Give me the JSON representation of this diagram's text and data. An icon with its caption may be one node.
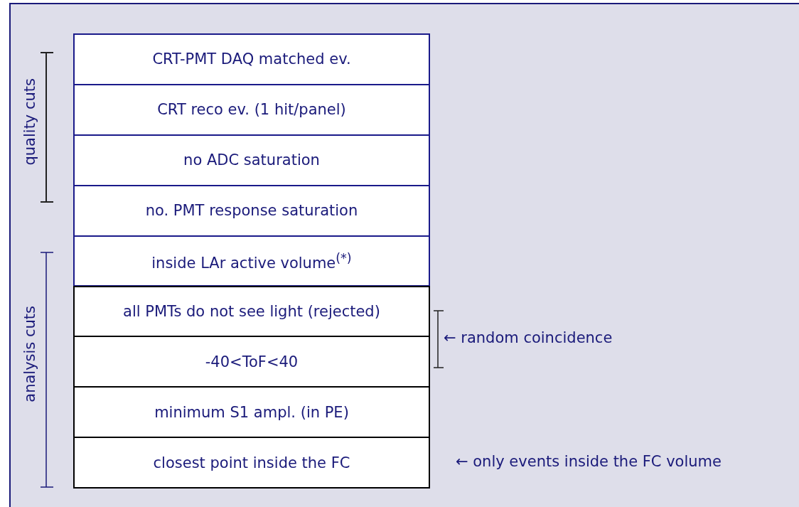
{
  "diagram": {
    "nodes": [
      {
        "text": [
          "CRT-PMT DAQ matched ev."
        ]
      },
      {
        "text": [
          "CRT reco ev. (1 hit/panel)"
        ]
      },
      {
        "text": [
          "no ADC saturation"
        ]
      },
      {
        "text": [
          "no. PMT response saturation"
        ]
      },
      {
        "text": [
          "inside LAr active volume$^{(*)}$"
        ]
      },
      {
        "text": [
          "all PMTs do not see light (rejected)"
        ]
      },
      {
        "text": [
          "-40<ToF<40"
        ]
      },
      {
        "text": [
          "minimum S1 ampl. (in PE)"
        ]
      },
      {
        "text": [
          "closest point inside the FC"
        ]
      }
    ],
    "edges": [],
    "labels": [
      "quality cuts",
      "analysis cuts",
      "← random coincidence",
      "← only events inside the FC volume"
    ]
  }
}
